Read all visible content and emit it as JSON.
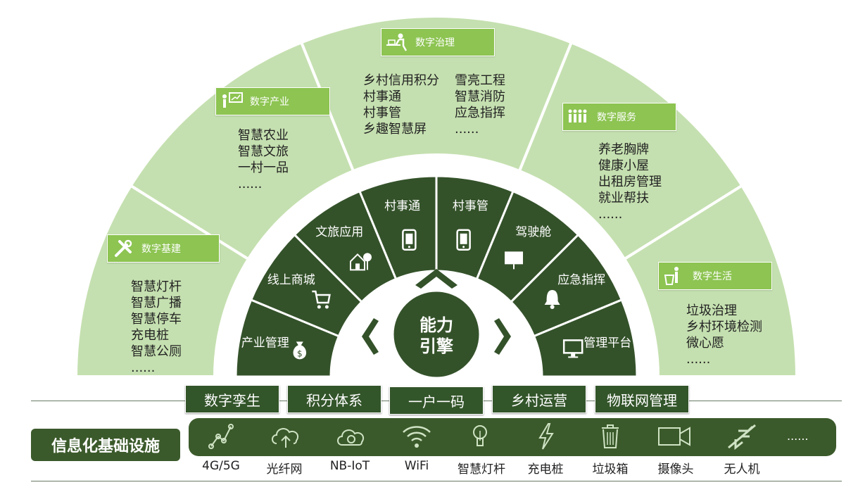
{
  "core": {
    "line1": "能力",
    "line2": "引擎"
  },
  "outer_sections": [
    {
      "id": "infra",
      "title": "数字基建",
      "icon": "tools-icon",
      "items": [
        "智慧灯杆",
        "智慧广播",
        "智慧停车",
        "充电桩",
        "智慧公厕",
        "......"
      ]
    },
    {
      "id": "industry",
      "title": "数字产业",
      "icon": "presenter-icon",
      "items": [
        "智慧农业",
        "智慧文旅",
        "一村一品",
        "......"
      ]
    },
    {
      "id": "governance",
      "title": "数字治理",
      "icon": "desk-worker-icon",
      "items_left": [
        "乡村信用积分",
        "村事通",
        "村事管",
        "乡趣智慧屏"
      ],
      "items_right": [
        "雪亮工程",
        "智慧消防",
        "应急指挥",
        "......"
      ]
    },
    {
      "id": "service",
      "title": "数字服务",
      "icon": "people-group-icon",
      "items": [
        "养老胸牌",
        "健康小屋",
        "出租房管理",
        "就业帮扶",
        "......"
      ]
    },
    {
      "id": "life",
      "title": "数字生活",
      "icon": "trash-person-icon",
      "items": [
        "垃圾治理",
        "乡村环境检测",
        "微心愿",
        "......"
      ]
    }
  ],
  "inner_ring": [
    {
      "label": "产业管理",
      "icon": "money-bag-icon"
    },
    {
      "label": "线上商城",
      "icon": "cart-icon"
    },
    {
      "label": "文旅应用",
      "icon": "house-tree-icon"
    },
    {
      "label": "村事通",
      "icon": "phone-icon"
    },
    {
      "label": "村事管",
      "icon": "phone-icon"
    },
    {
      "label": "驾驶舱",
      "icon": "monitor-icon"
    },
    {
      "label": "应急指挥",
      "icon": "bell-icon"
    },
    {
      "label": "管理平台",
      "icon": "desktop-icon"
    }
  ],
  "foundations": [
    "数字孪生",
    "积分体系",
    "一户一码",
    "乡村运营",
    "物联网管理"
  ],
  "infrastructure": {
    "title": "信息化基础设施",
    "items": [
      "4G/5G",
      "光纤网",
      "NB-IoT",
      "WiFi",
      "智慧灯杆",
      "充电桩",
      "垃圾箱",
      "摄像头",
      "无人机"
    ],
    "more": "......"
  },
  "colors": {
    "outer": "#c5e0b0",
    "inner": "#34522a",
    "label": "#8dc452",
    "dark": "#3b5a2b"
  }
}
